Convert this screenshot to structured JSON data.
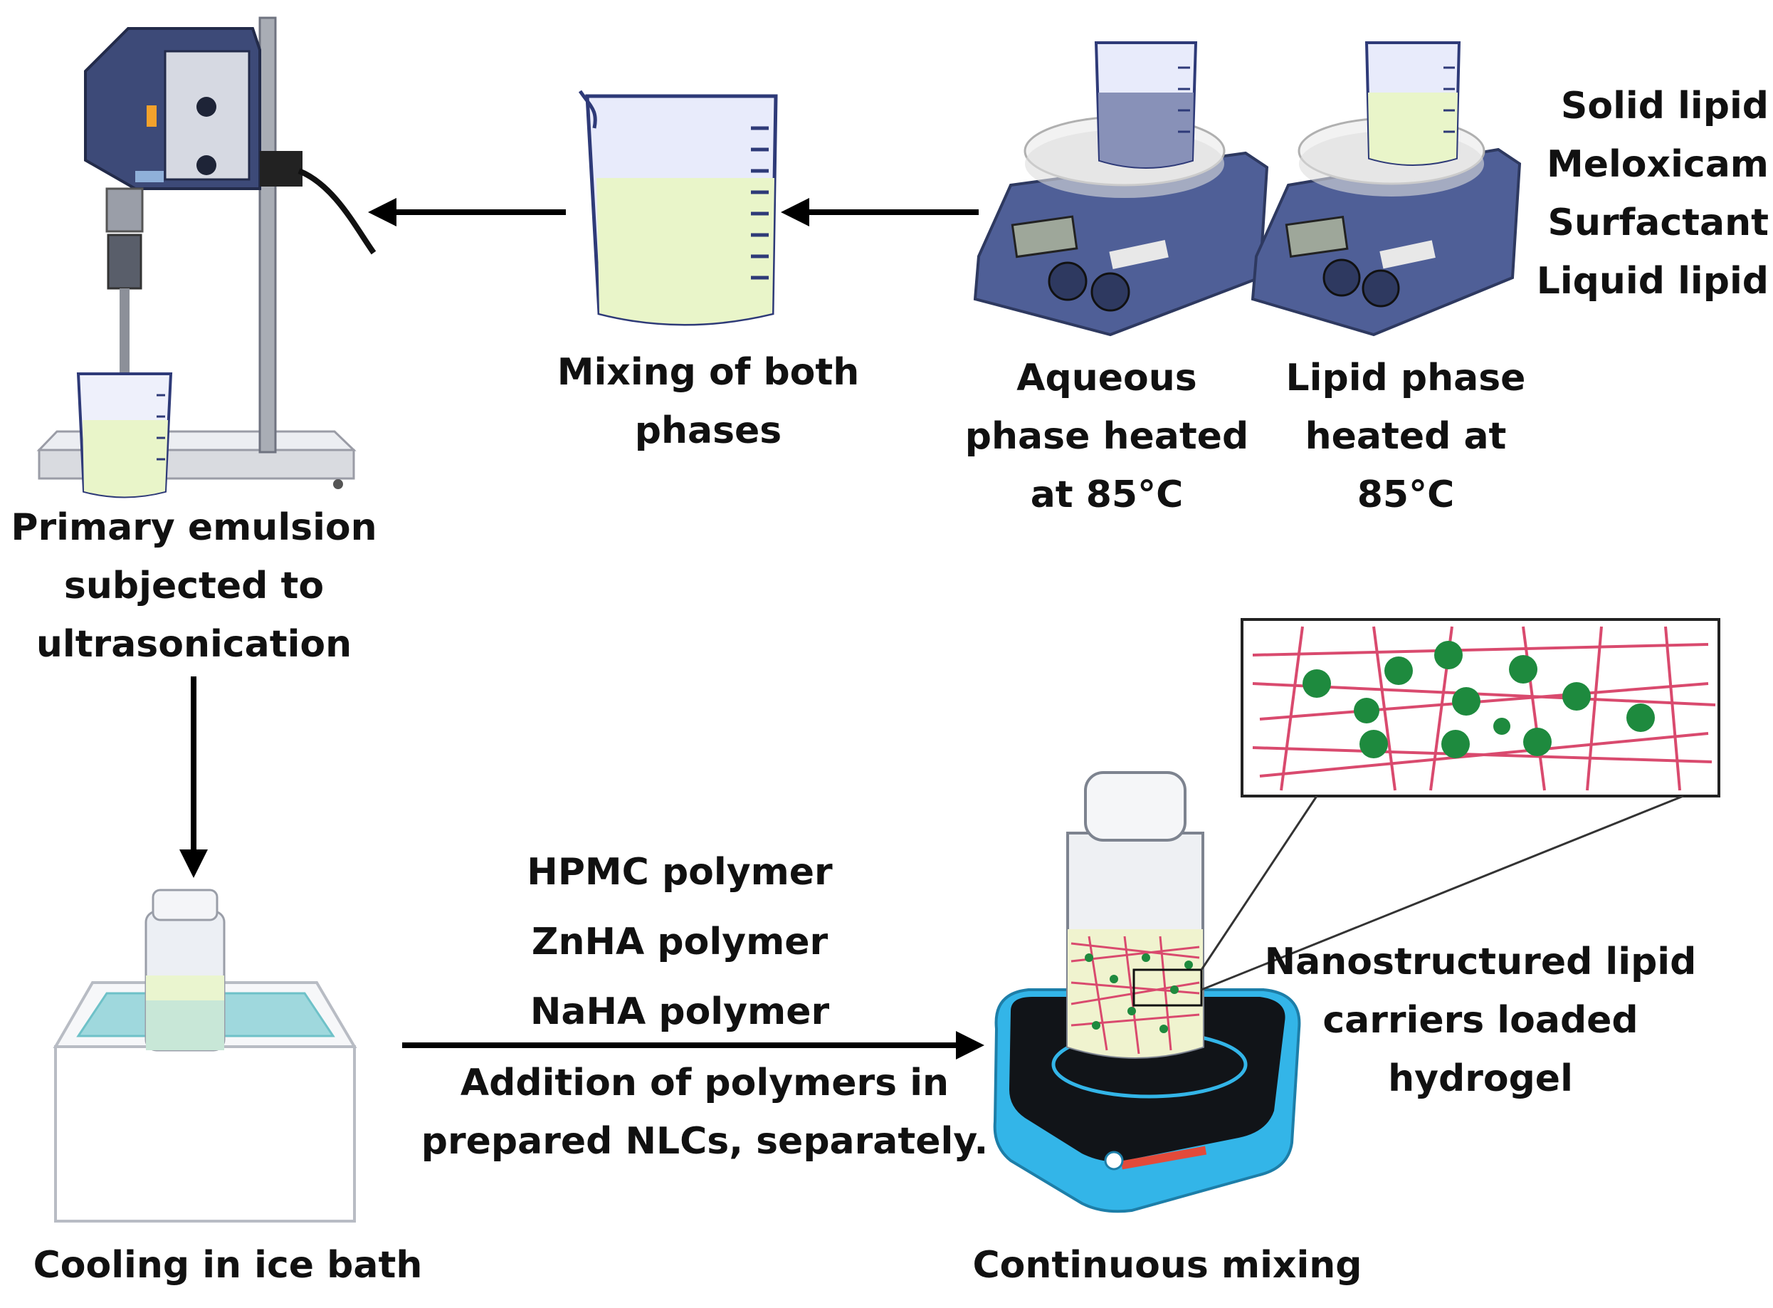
{
  "colors": {
    "arrow": "#000000",
    "text": "#111111",
    "device_body": "#4f5f97",
    "device_dark": "#2e3960",
    "beaker_glass": "#e8ebfb",
    "beaker_outline": "#2e3a78",
    "liquid_lipid": "#e9f5c9",
    "liquid_aqueous": "#8891b8",
    "ice_water": "#9fd8dd",
    "stirrer_cyan": "#33b5e8",
    "hydrogel_fiber": "#d94a6e",
    "nanoparticle": "#1e8a3e"
  },
  "steps": {
    "homogenizer": {
      "label": [
        "Primary emulsion",
        "subjected to",
        "ultrasonication"
      ],
      "icon": "homogenizer-icon"
    },
    "mixing": {
      "label": [
        "Mixing of both",
        "phases"
      ],
      "icon": "beaker-icon"
    },
    "aqueous": {
      "label": [
        "Aqueous",
        "phase heated",
        "at 85°C"
      ],
      "icon": "hotplate-stirrer-icon"
    },
    "lipid": {
      "label": [
        "Lipid phase",
        "heated at",
        "85°C"
      ],
      "icon": "hotplate-stirrer-icon"
    },
    "ice_bath": {
      "label": "Cooling in ice bath",
      "icon": "ice-bath-icon"
    },
    "continuous": {
      "label": "Continuous mixing",
      "icon": "magnetic-stirrer-icon"
    },
    "nlc_hydrogel": {
      "label": [
        "Nanostructured lipid",
        "carriers loaded",
        "hydrogel"
      ],
      "icon": "nlc-network-icon"
    }
  },
  "lipid_components": [
    "Solid lipid",
    "Meloxicam",
    "Surfactant",
    "Liquid lipid"
  ],
  "polymers": [
    "HPMC polymer",
    "ZnHA polymer",
    "NaHA polymer"
  ],
  "polymer_addition": [
    "Addition of polymers  in",
    "prepared NLCs, separately."
  ]
}
